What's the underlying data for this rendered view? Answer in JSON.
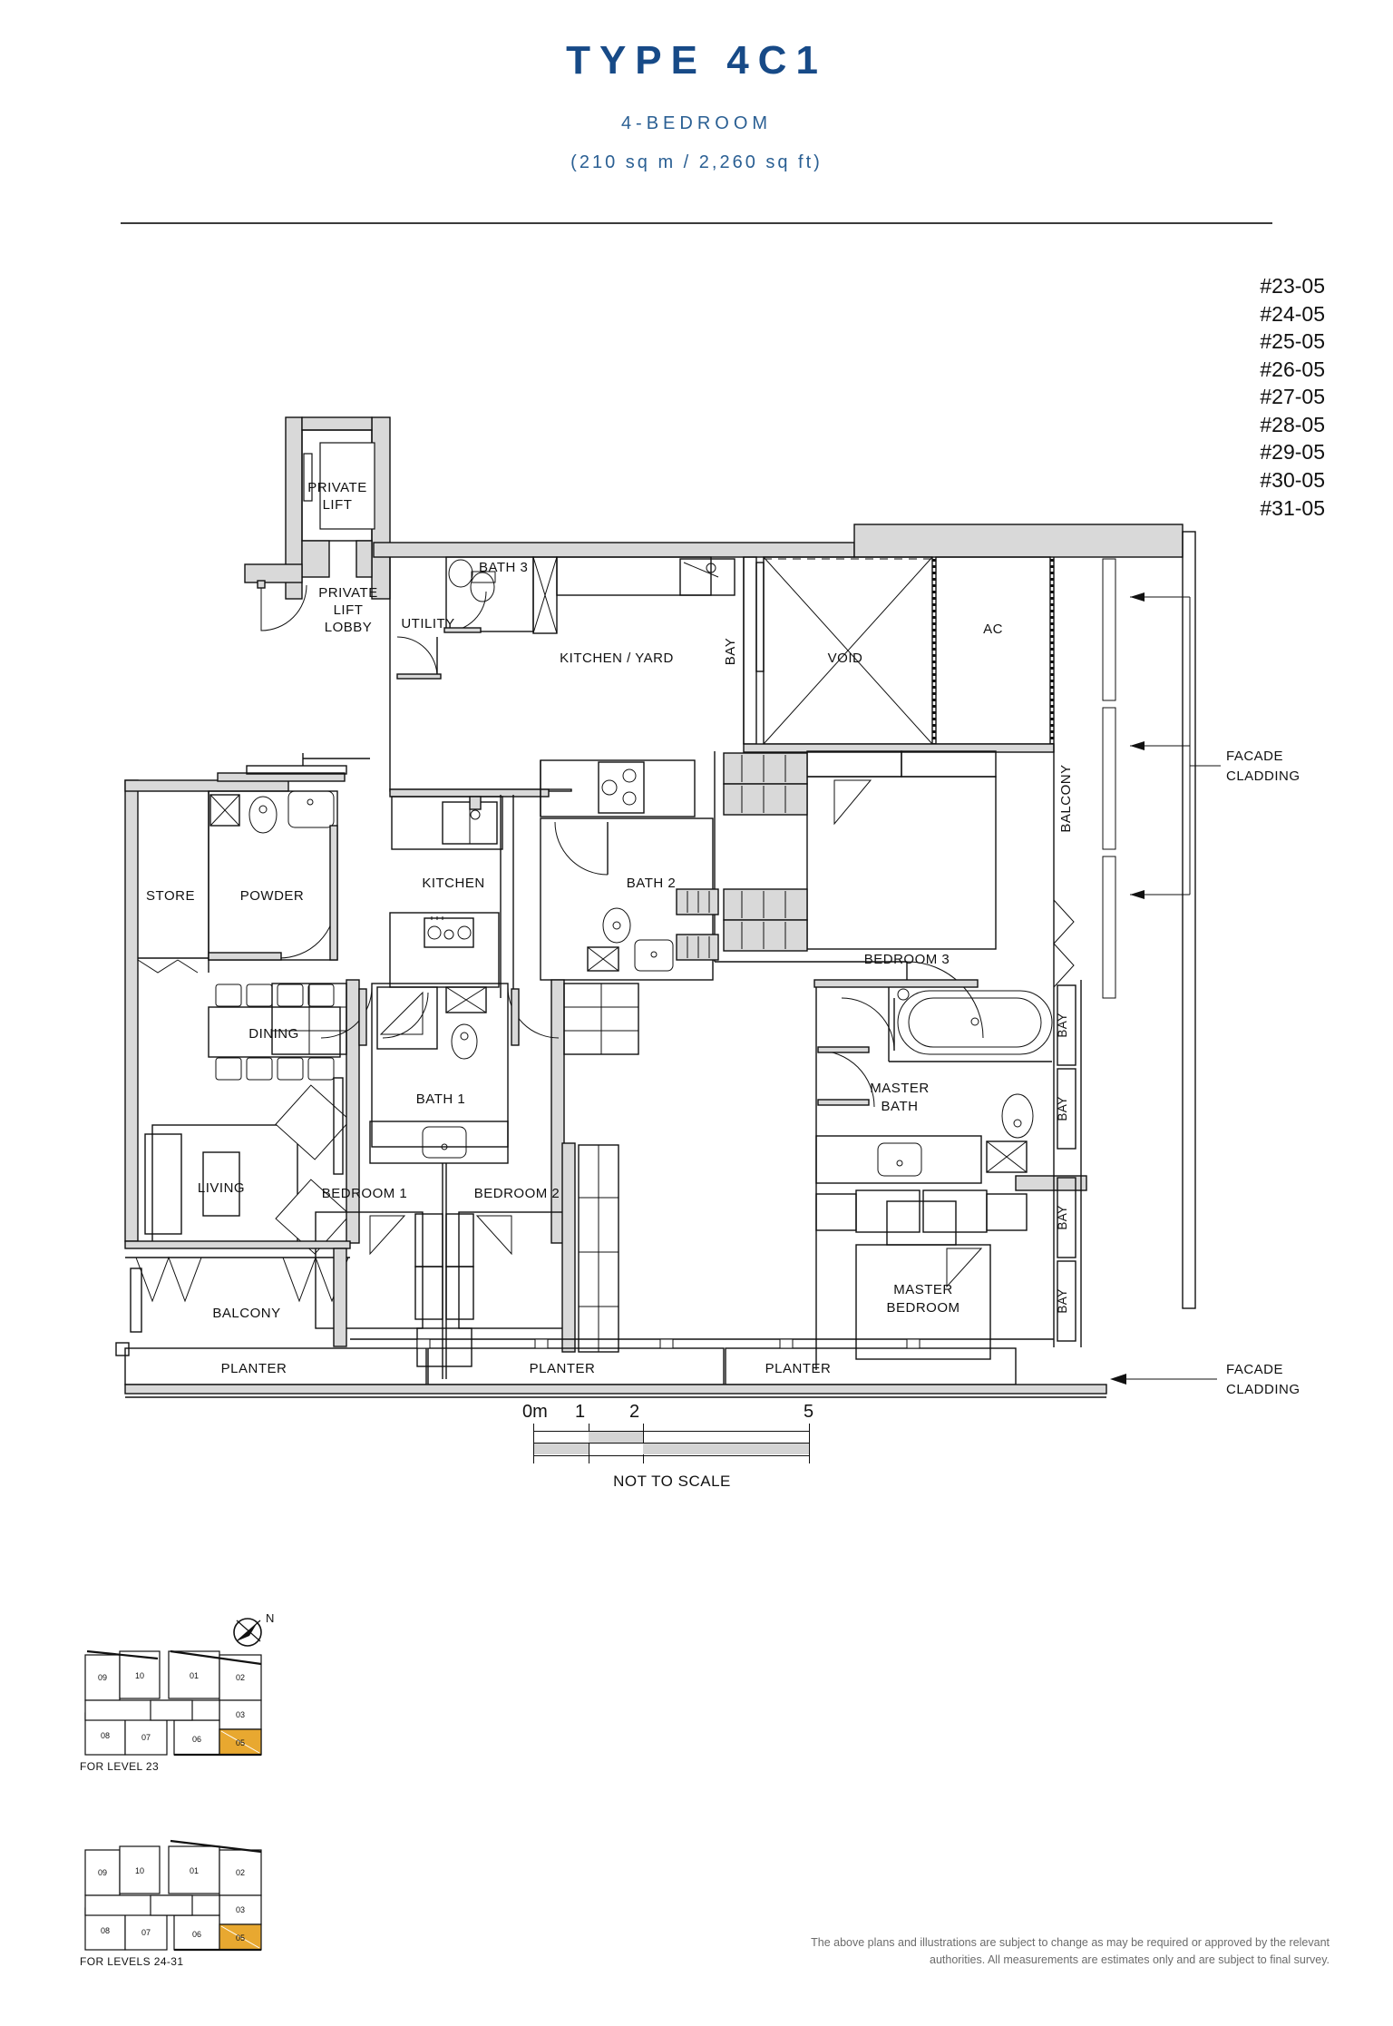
{
  "header": {
    "title": "TYPE 4C1",
    "subtitle": "4-BEDROOM",
    "area": "(210 sq m / 2,260 sq ft)"
  },
  "units": [
    "#23-05",
    "#24-05",
    "#25-05",
    "#26-05",
    "#27-05",
    "#28-05",
    "#29-05",
    "#30-05",
    "#31-05"
  ],
  "rooms": {
    "private_lift": "PRIVATE\nLIFT",
    "private_lift_l1": "PRIVATE",
    "private_lift_l2": "LIFT",
    "private_lift_lobby_l1": "PRIVATE",
    "private_lift_lobby_l2": "LIFT",
    "private_lift_lobby_l3": "LOBBY",
    "utility": "UTILITY",
    "bath3": "BATH  3",
    "kitchen_yard": "KITCHEN / YARD",
    "kitchen": "KITCHEN",
    "bath2": "BATH  2",
    "bay_top": "BAY",
    "void": "VOID",
    "ac": "AC",
    "balcony_right": "BALCONY",
    "bedroom3": "BEDROOM  3",
    "store": "STORE",
    "powder": "POWDER",
    "dining": "DINING",
    "living": "LIVING",
    "bath1": "BATH  1",
    "bedroom1": "BEDROOM  1",
    "bedroom2": "BEDROOM  2",
    "master_bath_l1": "MASTER",
    "master_bath_l2": "BATH",
    "master_bedroom_l1": "MASTER",
    "master_bedroom_l2": "BEDROOM",
    "balcony_left": "BALCONY",
    "planter1": "PLANTER",
    "planter2": "PLANTER",
    "planter3": "PLANTER",
    "bay1": "BAY",
    "bay2": "BAY",
    "bay3": "BAY",
    "bay4": "BAY"
  },
  "callouts": {
    "facade_cladding_right_l1": "FACADE",
    "facade_cladding_right_l2": "CLADDING",
    "facade_cladding_bottom_l1": "FACADE",
    "facade_cladding_bottom_l2": "CLADDING"
  },
  "scale": {
    "ticks": [
      "0m",
      "1",
      "2",
      "5"
    ],
    "note": "NOT TO SCALE"
  },
  "keyplans": [
    {
      "caption": "FOR LEVEL 23",
      "units": [
        "09",
        "10",
        "01",
        "02",
        "03",
        "08",
        "07",
        "06",
        "05"
      ],
      "highlight": "05",
      "highlight_color": "#e8a830"
    },
    {
      "caption": "FOR LEVELS 24-31",
      "units": [
        "09",
        "10",
        "01",
        "02",
        "03",
        "08",
        "07",
        "06",
        "05"
      ],
      "highlight": "05",
      "highlight_color": "#e8a830"
    }
  ],
  "compass": {
    "label": "N"
  },
  "disclaimer": "The above plans and illustrations are subject to change as may be required or approved by the relevant authorities. All measurements are estimates only and are subject to final survey.",
  "colors": {
    "title": "#174a87",
    "subtitle": "#2a5f93",
    "wall_fill": "#d9d9d9",
    "line": "#111111",
    "highlight": "#e8a830"
  }
}
